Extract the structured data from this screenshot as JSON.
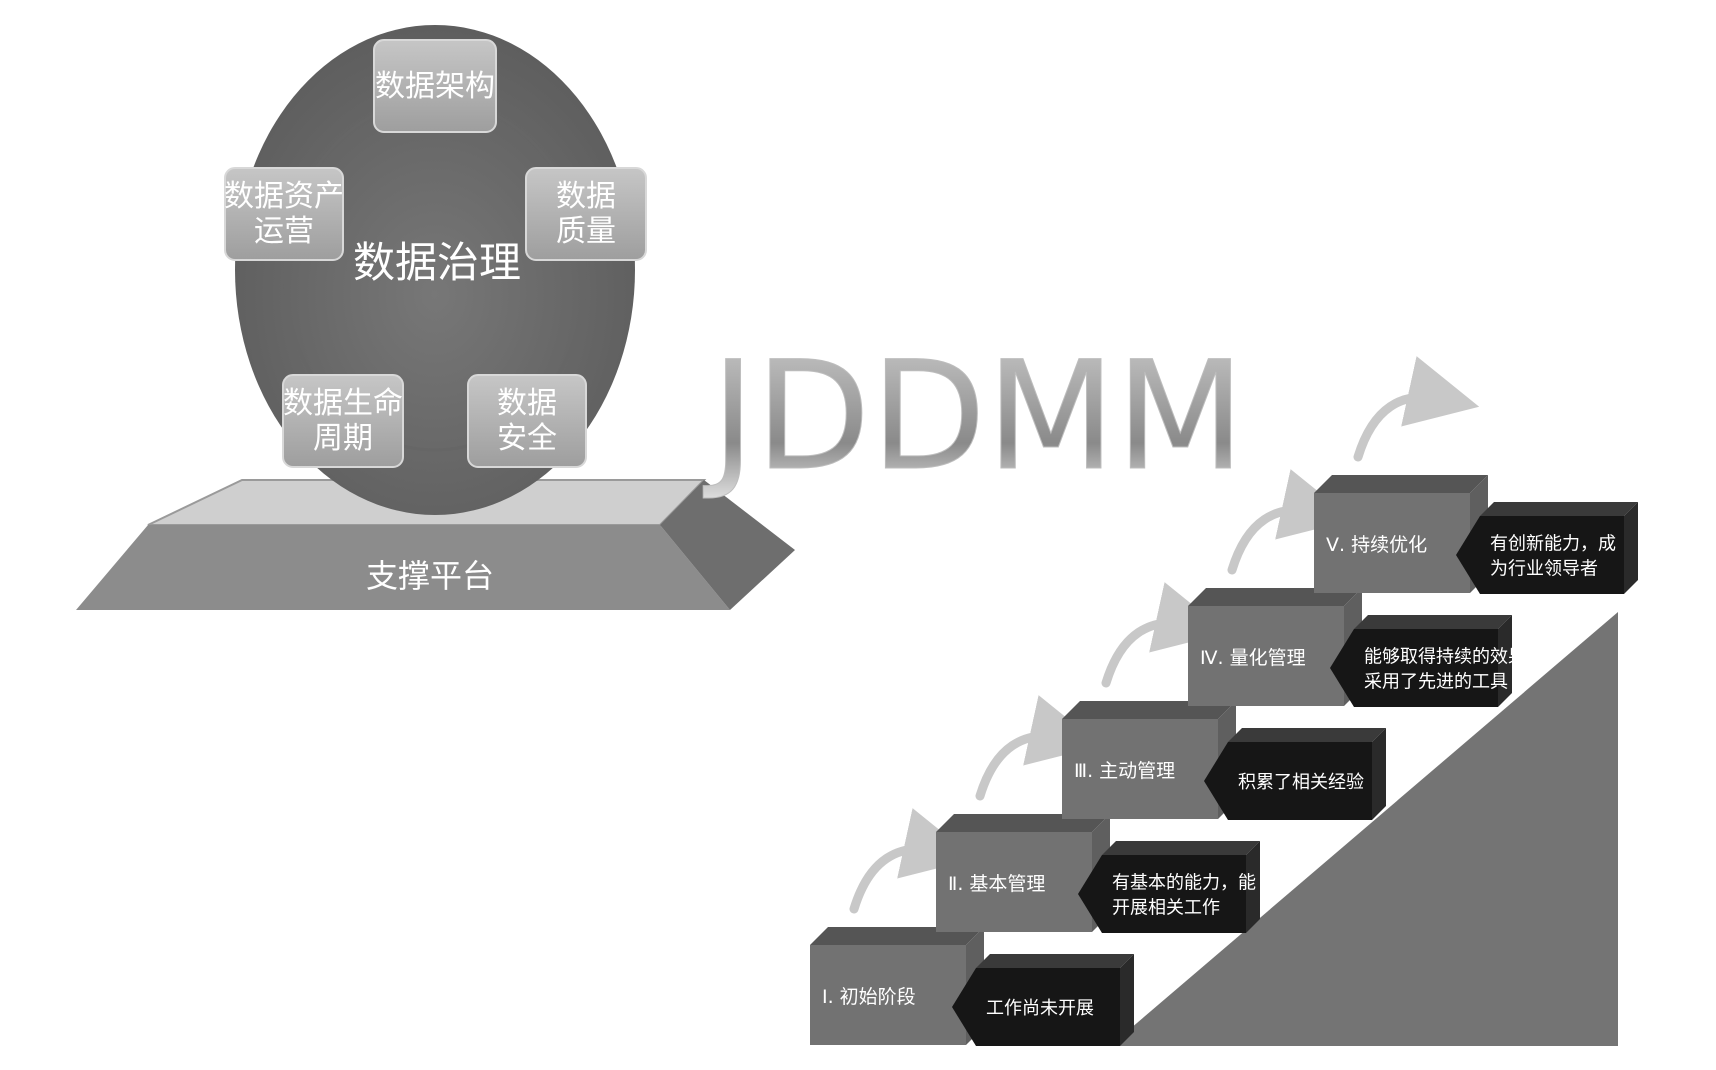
{
  "governance": {
    "center_label": "数据治理",
    "platform_label": "支撑平台",
    "nodes": [
      {
        "lines": [
          "数据架构"
        ]
      },
      {
        "lines": [
          "数据",
          "质量"
        ]
      },
      {
        "lines": [
          "数据",
          "安全"
        ]
      },
      {
        "lines": [
          "数据生命",
          "周期"
        ]
      },
      {
        "lines": [
          "数据资产",
          "运营"
        ]
      }
    ]
  },
  "model_title": "JDDMM",
  "stages": [
    {
      "label": "Ⅰ. 初始阶段",
      "desc": [
        "工作尚未开展"
      ]
    },
    {
      "label": "Ⅱ. 基本管理",
      "desc": [
        "有基本的能力，能",
        "开展相关工作"
      ]
    },
    {
      "label": "Ⅲ. 主动管理",
      "desc": [
        "积累了相关经验"
      ]
    },
    {
      "label": "Ⅳ. 量化管理",
      "desc": [
        "能够取得持续的效果,",
        "采用了先进的工具"
      ]
    },
    {
      "label": "Ⅴ. 持续优化",
      "desc": [
        "有创新能力，成",
        "为行业领导者"
      ]
    }
  ],
  "colors": {
    "circle": "#6b6b6b",
    "node": "#b3b3b3",
    "platform_top": "#cfcfcf",
    "platform_front": "#8c8c8c",
    "platform_side": "#6e6e6e",
    "step_front": "#727272",
    "step_top": "#555555",
    "desc_box": "#161616",
    "ramp": "#747474",
    "arrow": "#c8c8c8"
  },
  "icons": {
    "stage_arrow": "curved-arrow-icon"
  }
}
